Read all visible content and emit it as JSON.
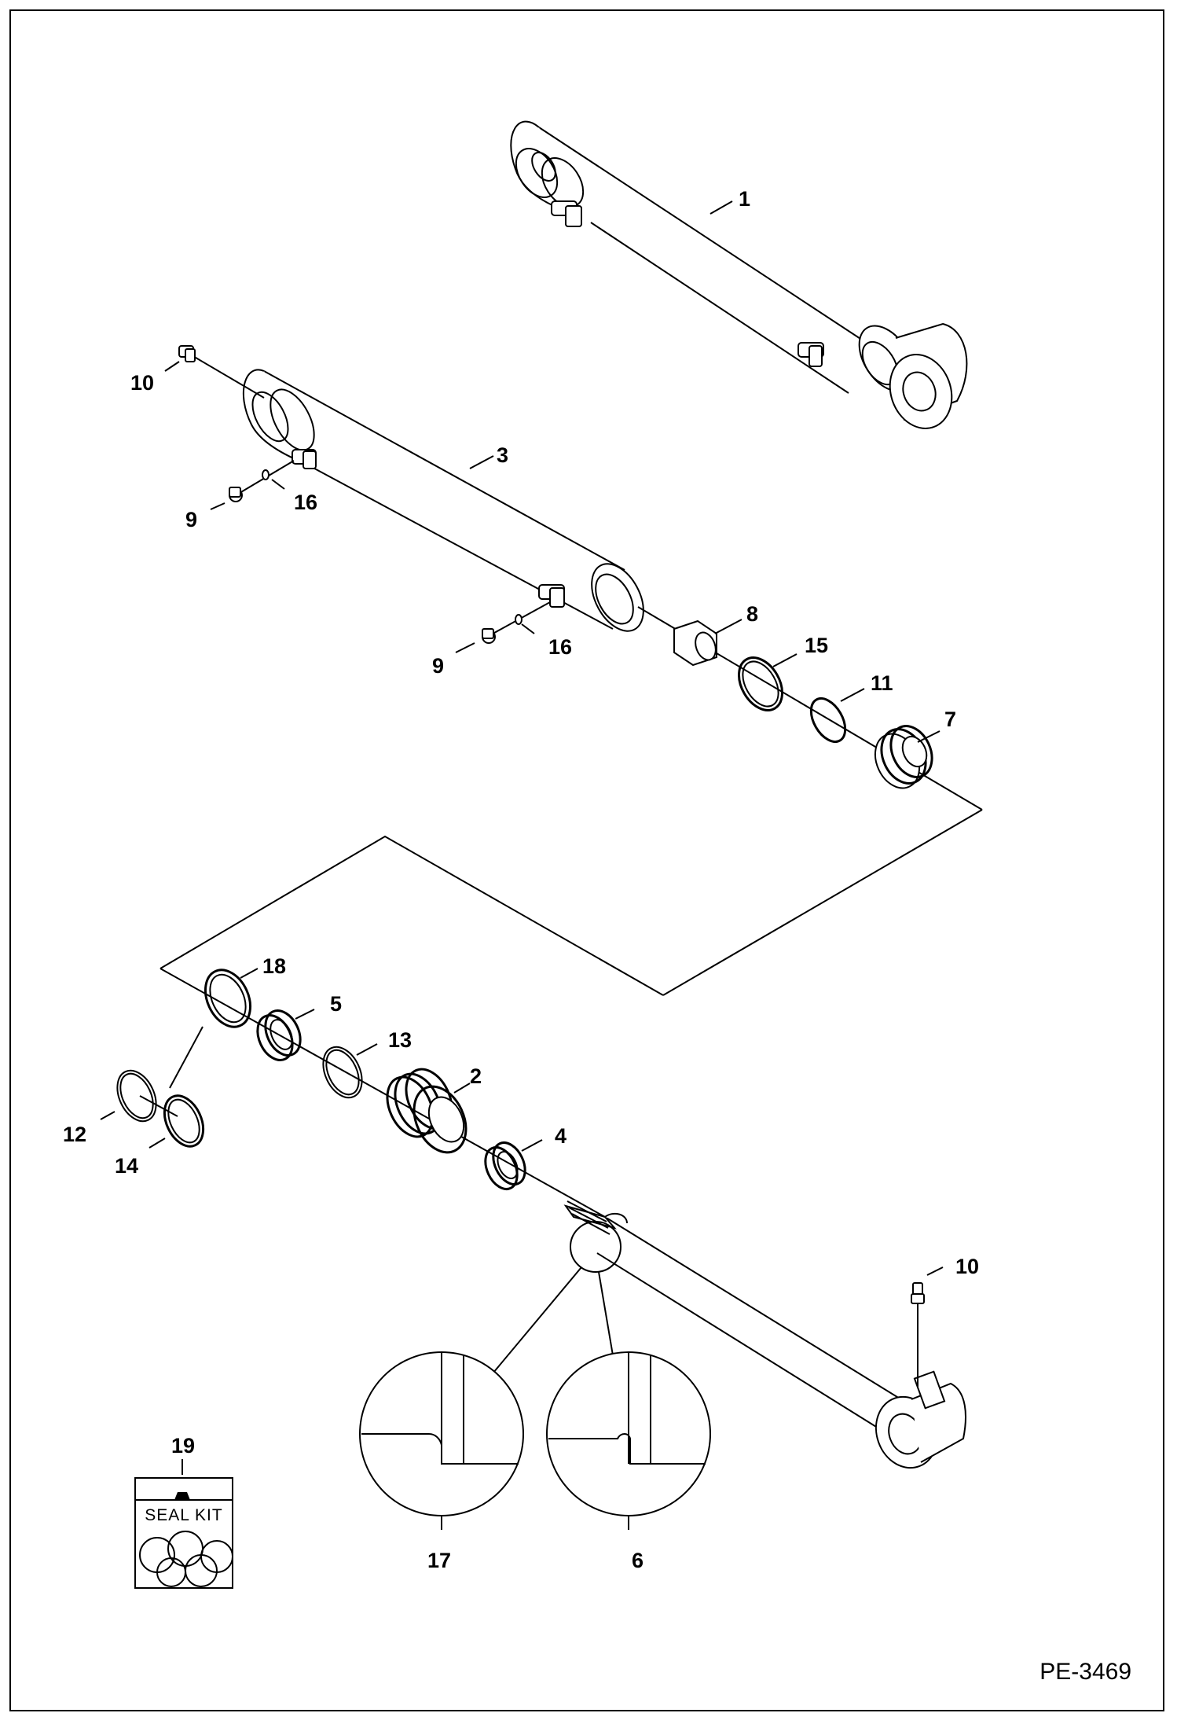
{
  "diagram": {
    "callouts": [
      {
        "id": "c1",
        "text": "1"
      },
      {
        "id": "c3",
        "text": "3"
      },
      {
        "id": "c10a",
        "text": "10"
      },
      {
        "id": "c9a",
        "text": "9"
      },
      {
        "id": "c16a",
        "text": "16"
      },
      {
        "id": "c9b",
        "text": "9"
      },
      {
        "id": "c16b",
        "text": "16"
      },
      {
        "id": "c8",
        "text": "8"
      },
      {
        "id": "c15",
        "text": "15"
      },
      {
        "id": "c11",
        "text": "11"
      },
      {
        "id": "c7",
        "text": "7"
      },
      {
        "id": "c18",
        "text": "18"
      },
      {
        "id": "c5",
        "text": "5"
      },
      {
        "id": "c13",
        "text": "13"
      },
      {
        "id": "c2",
        "text": "2"
      },
      {
        "id": "c4",
        "text": "4"
      },
      {
        "id": "c12",
        "text": "12"
      },
      {
        "id": "c14",
        "text": "14"
      },
      {
        "id": "c10b",
        "text": "10"
      },
      {
        "id": "c19",
        "text": "19"
      },
      {
        "id": "c17",
        "text": "17"
      },
      {
        "id": "c6",
        "text": "6"
      }
    ],
    "seal_kit_label": "SEAL KIT",
    "drawing_code": "PE-3469"
  }
}
